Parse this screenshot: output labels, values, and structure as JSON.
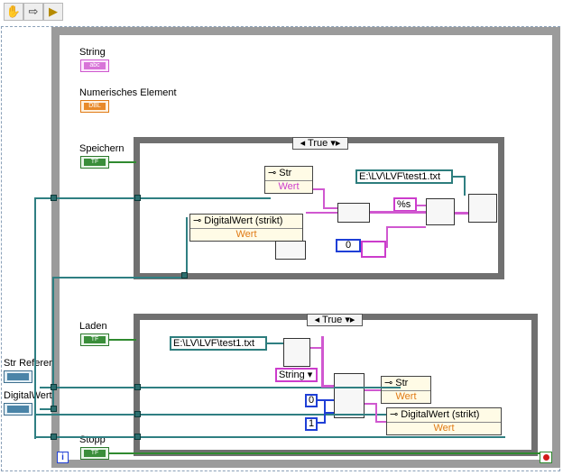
{
  "toolbar": {
    "hand_icon": "hand-icon",
    "arrow_icon": "arrow-icon",
    "run_icon": "run-icon"
  },
  "front": {
    "string_label": "String",
    "string_tag": "abc",
    "numeric_label": "Numerisches Element",
    "numeric_tag": "DBL",
    "save_label": "Speichern",
    "save_tag": "TF",
    "load_label": "Laden",
    "load_tag": "TF",
    "stop_label": "Stopp",
    "stop_tag": "TF",
    "str_ref_label": "Str Referen",
    "digital_label": "DigitalWert",
    "info_glyph": "i"
  },
  "case1": {
    "selector": "True",
    "str_node_title": "Str",
    "str_node_value": "Wert",
    "digital_node_title": "DigitalWert (strikt)",
    "digital_node_value": "Wert",
    "path_constant": "E:\\LV\\LVF\\test1.txt",
    "format_constant": "%s",
    "num_constant": "0"
  },
  "case2": {
    "selector": "True",
    "path_constant": "E:\\LV\\LVF\\test1.txt",
    "type_dropdown": "String",
    "num_zero": "0",
    "num_one": "1",
    "str_node_title": "Str",
    "str_node_value": "Wert",
    "digital_node_title": "DigitalWert (strikt)",
    "digital_node_value": "Wert"
  },
  "colors": {
    "string": "#d058d0",
    "numeric": "#e07a14",
    "boolean": "#2f8a2f",
    "reference": "#2f7f82",
    "integer": "#1f3fd6"
  }
}
